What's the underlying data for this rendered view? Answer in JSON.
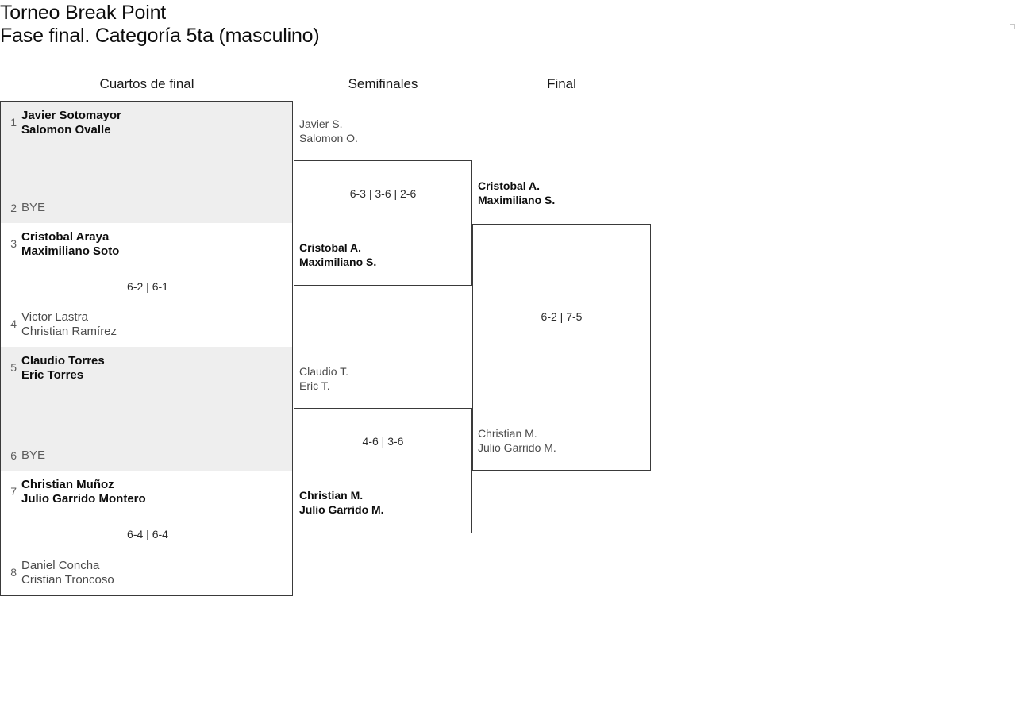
{
  "tournament": {
    "title_line_1": "Torneo Break Point",
    "title_line_2": "Fase final. Categoría 5ta (masculino)"
  },
  "rounds": {
    "quarterfinals_label": "Cuartos de final",
    "semifinals_label": "Semifinales",
    "final_label": "Final"
  },
  "colors": {
    "shaded_row": "#eeeeee",
    "border": "#3a3a3a",
    "winner_text": "#0d0d0d",
    "loser_text": "#4a4a4a",
    "seed_text": "#5c5c5c",
    "background": "#ffffff"
  },
  "quarterfinals": [
    {
      "shaded": true,
      "score": "",
      "top": {
        "seed": "1",
        "player_1": "Javier Sotomayor",
        "player_2": "Salomon Ovalle",
        "result": "winner"
      },
      "bottom": {
        "seed": "2",
        "player_1": "BYE",
        "player_2": "",
        "result": "bye"
      }
    },
    {
      "shaded": false,
      "score": "6-2 | 6-1",
      "top": {
        "seed": "3",
        "player_1": "Cristobal Araya",
        "player_2": "Maximiliano Soto",
        "result": "winner"
      },
      "bottom": {
        "seed": "4",
        "player_1": "Victor Lastra",
        "player_2": "Christian Ramírez",
        "result": "loser"
      }
    },
    {
      "shaded": true,
      "score": "",
      "top": {
        "seed": "5",
        "player_1": "Claudio Torres",
        "player_2": "Eric Torres",
        "result": "winner"
      },
      "bottom": {
        "seed": "6",
        "player_1": "BYE",
        "player_2": "",
        "result": "bye"
      }
    },
    {
      "shaded": false,
      "score": "6-4 | 6-4",
      "top": {
        "seed": "7",
        "player_1": "Christian Muñoz",
        "player_2": "Julio Garrido Montero",
        "result": "winner"
      },
      "bottom": {
        "seed": "8",
        "player_1": "Daniel Concha",
        "player_2": "Cristian Troncoso",
        "result": "loser"
      }
    }
  ],
  "semifinals": [
    {
      "score": "6-3 | 3-6 | 2-6",
      "top": {
        "player_1": "Javier S.",
        "player_2": "Salomon O.",
        "result": "loser"
      },
      "bottom": {
        "player_1": "Cristobal A.",
        "player_2": "Maximiliano S.",
        "result": "winner"
      }
    },
    {
      "score": "4-6 | 3-6",
      "top": {
        "player_1": "Claudio T.",
        "player_2": "Eric T.",
        "result": "loser"
      },
      "bottom": {
        "player_1": "Christian M.",
        "player_2": "Julio Garrido M.",
        "result": "winner"
      }
    }
  ],
  "final": {
    "score": "6-2 | 7-5",
    "top": {
      "player_1": "Cristobal A.",
      "player_2": "Maximiliano S.",
      "result": "winner"
    },
    "bottom": {
      "player_1": "Christian M.",
      "player_2": "Julio Garrido M.",
      "result": "loser"
    }
  }
}
